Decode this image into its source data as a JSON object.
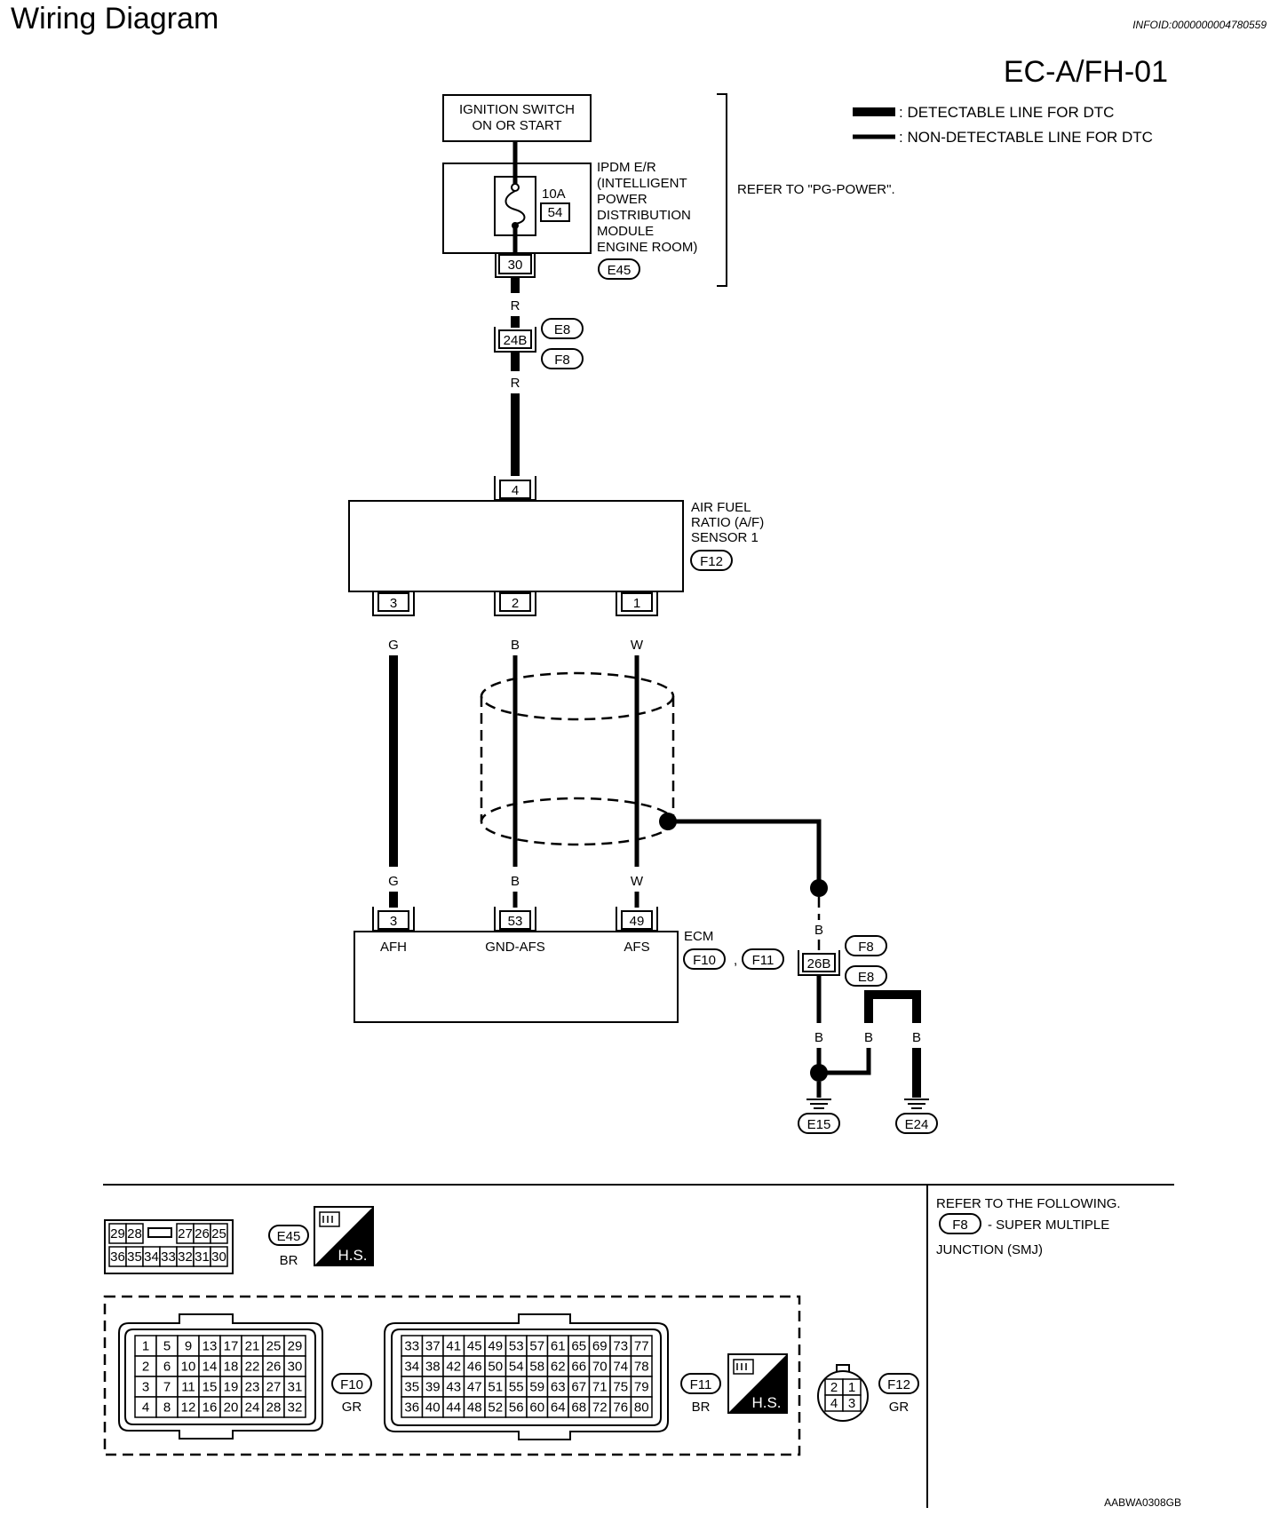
{
  "header": {
    "title": "Wiring Diagram",
    "info_id": "INFOID:0000000004780559",
    "diagram_code": "EC-A/FH-01"
  },
  "legend": {
    "detectable": ": DETECTABLE LINE FOR DTC",
    "non_detectable": ": NON-DETECTABLE LINE FOR DTC"
  },
  "power": {
    "ignition_lines": [
      "IGNITION SWITCH",
      "ON OR START"
    ],
    "ipdm_lines": [
      "IPDM E/R",
      "(INTELLIGENT",
      "POWER",
      "DISTRIBUTION",
      "MODULE",
      "ENGINE ROOM)"
    ],
    "ipdm_connector": "E45",
    "fuse_amp": "10A",
    "fuse_no": "54",
    "ipdm_terminal": "30",
    "refer_note": "REFER TO \"PG-POWER\"."
  },
  "junction_top": {
    "terminal": "24B",
    "connectors": [
      "E8",
      "F8"
    ],
    "wire_color_above": "R",
    "wire_color_below": "R"
  },
  "sensor": {
    "lines": [
      "AIR FUEL",
      "RATIO (A/F)",
      "SENSOR 1"
    ],
    "connector": "F12",
    "top_terminal": "4",
    "bottom_terminals": [
      "3",
      "2",
      "1"
    ],
    "wire_colors": [
      "G",
      "B",
      "W"
    ]
  },
  "ecm": {
    "label": "ECM",
    "connectors": [
      "F10",
      "F11"
    ],
    "connector_sep": ",",
    "terminals": [
      "3",
      "53",
      "49"
    ],
    "wire_colors": [
      "G",
      "B",
      "W"
    ],
    "pin_names": [
      "AFH",
      "GND-AFS",
      "AFS"
    ]
  },
  "ground": {
    "wire_color": "B",
    "junction_terminal": "26B",
    "junction_connectors": [
      "F8",
      "E8"
    ],
    "lower_wire_colors": [
      "B",
      "B",
      "B"
    ],
    "grounds": [
      "E15",
      "E24"
    ]
  },
  "connector_views": {
    "e45": {
      "id": "E45",
      "color": "BR",
      "row1": [
        "29",
        "28",
        "",
        "27",
        "26",
        "25"
      ],
      "row2": [
        "36",
        "35",
        "34",
        "33",
        "32",
        "31",
        "30"
      ]
    },
    "f10": {
      "id": "F10",
      "color": "GR",
      "rows": [
        [
          "1",
          "5",
          "9",
          "13",
          "17",
          "21",
          "25",
          "29"
        ],
        [
          "2",
          "6",
          "10",
          "14",
          "18",
          "22",
          "26",
          "30"
        ],
        [
          "3",
          "7",
          "11",
          "15",
          "19",
          "23",
          "27",
          "31"
        ],
        [
          "4",
          "8",
          "12",
          "16",
          "20",
          "24",
          "28",
          "32"
        ]
      ]
    },
    "f11": {
      "id": "F11",
      "color": "BR",
      "rows": [
        [
          "33",
          "37",
          "41",
          "45",
          "49",
          "53",
          "57",
          "61",
          "65",
          "69",
          "73",
          "77"
        ],
        [
          "34",
          "38",
          "42",
          "46",
          "50",
          "54",
          "58",
          "62",
          "66",
          "70",
          "74",
          "78"
        ],
        [
          "35",
          "39",
          "43",
          "47",
          "51",
          "55",
          "59",
          "63",
          "67",
          "71",
          "75",
          "79"
        ],
        [
          "36",
          "40",
          "44",
          "48",
          "52",
          "56",
          "60",
          "64",
          "68",
          "72",
          "76",
          "80"
        ]
      ]
    },
    "f12": {
      "id": "F12",
      "color": "GR",
      "pins": [
        "2",
        "1",
        "4",
        "3"
      ]
    },
    "hs_label": "H.S."
  },
  "refer_following": {
    "line1": "REFER TO THE FOLLOWING.",
    "connector": "F8",
    "line2": "- SUPER MULTIPLE",
    "line3": "JUNCTION (SMJ)"
  },
  "footer_code": "AABWA0308GB"
}
